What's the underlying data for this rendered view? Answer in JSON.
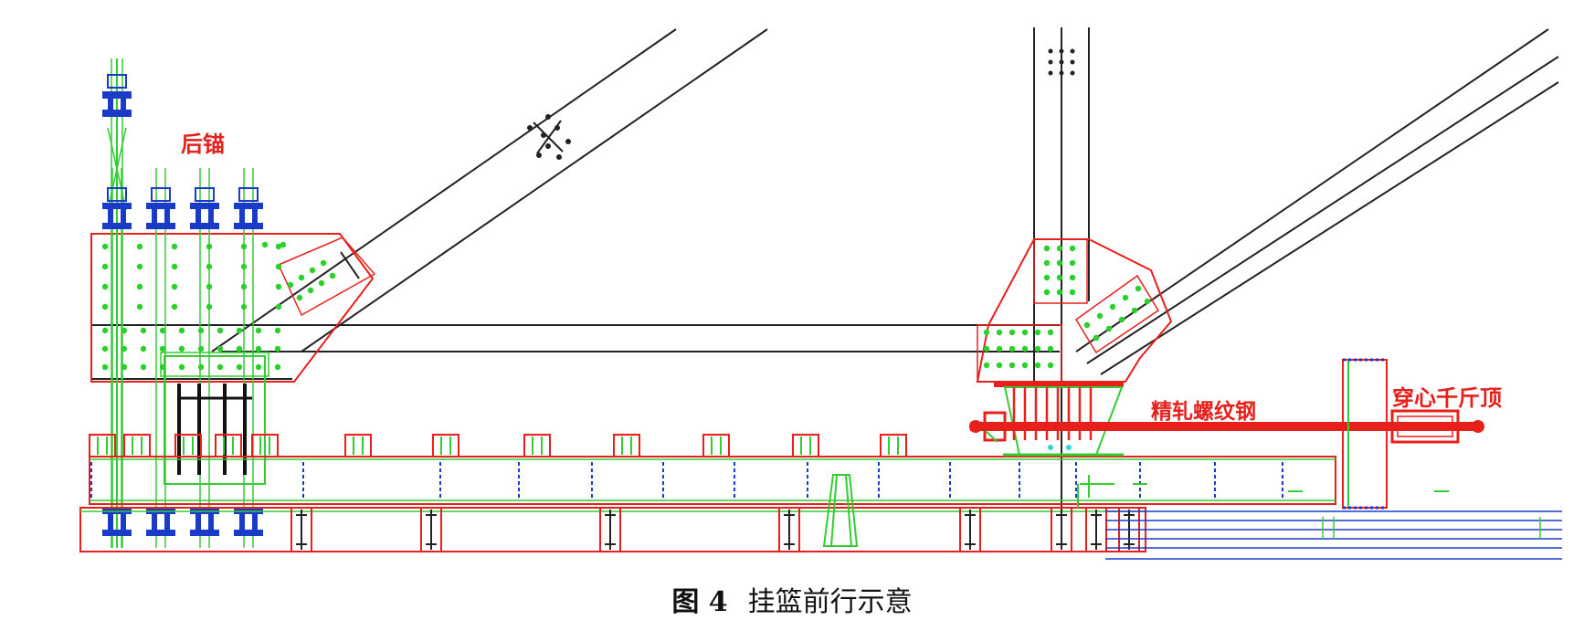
{
  "labels": {
    "rear_anchor": "后锚",
    "finish_rolled_rebar": "精轧螺纹钢",
    "hollow_jack": "穿心千斤顶"
  },
  "caption": {
    "figure_number": "图 4",
    "title": "挂篮前行示意"
  },
  "colors": {
    "frame": "#222222",
    "gusset": "#e8201c",
    "bolt_hole": "#2bd12b",
    "hanger": "#33cc33",
    "anchor_blue": "#1a3bc8",
    "rebar_red": "#e8201c",
    "rail_blue": "#1a3bc8"
  }
}
